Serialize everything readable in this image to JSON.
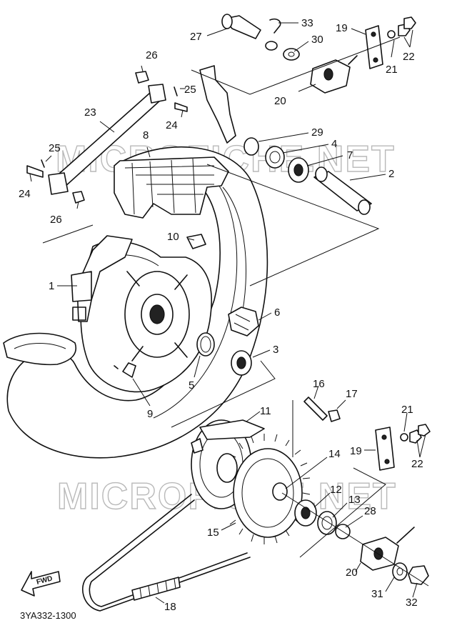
{
  "diagram": {
    "code": "3YA332-1300",
    "fwd_label": "FWD",
    "watermark": "MICROFICHE.NET",
    "callouts": [
      {
        "id": "c33",
        "text": "33"
      },
      {
        "id": "c27",
        "text": "27"
      },
      {
        "id": "c30",
        "text": "30"
      },
      {
        "id": "c19a",
        "text": "19"
      },
      {
        "id": "c22a",
        "text": "22"
      },
      {
        "id": "c21a",
        "text": "21"
      },
      {
        "id": "c26a",
        "text": "26"
      },
      {
        "id": "c25a",
        "text": "25"
      },
      {
        "id": "c20a",
        "text": "20"
      },
      {
        "id": "c23",
        "text": "23"
      },
      {
        "id": "c24a",
        "text": "24"
      },
      {
        "id": "c29",
        "text": "29"
      },
      {
        "id": "c8",
        "text": "8"
      },
      {
        "id": "c4",
        "text": "4"
      },
      {
        "id": "c7",
        "text": "7"
      },
      {
        "id": "c25b",
        "text": "25"
      },
      {
        "id": "c24b",
        "text": "24"
      },
      {
        "id": "c2",
        "text": "2"
      },
      {
        "id": "c26b",
        "text": "26"
      },
      {
        "id": "c10",
        "text": "10"
      },
      {
        "id": "c1",
        "text": "1"
      },
      {
        "id": "c6",
        "text": "6"
      },
      {
        "id": "c3",
        "text": "3"
      },
      {
        "id": "c5",
        "text": "5"
      },
      {
        "id": "c9",
        "text": "9"
      },
      {
        "id": "c16",
        "text": "16"
      },
      {
        "id": "c17",
        "text": "17"
      },
      {
        "id": "c11",
        "text": "11"
      },
      {
        "id": "c21b",
        "text": "21"
      },
      {
        "id": "c19b",
        "text": "19"
      },
      {
        "id": "c22b",
        "text": "22"
      },
      {
        "id": "c14",
        "text": "14"
      },
      {
        "id": "c12",
        "text": "12"
      },
      {
        "id": "c13",
        "text": "13"
      },
      {
        "id": "c28",
        "text": "28"
      },
      {
        "id": "c15",
        "text": "15"
      },
      {
        "id": "c20b",
        "text": "20"
      },
      {
        "id": "c31",
        "text": "31"
      },
      {
        "id": "c32",
        "text": "32"
      },
      {
        "id": "c18",
        "text": "18"
      }
    ]
  }
}
